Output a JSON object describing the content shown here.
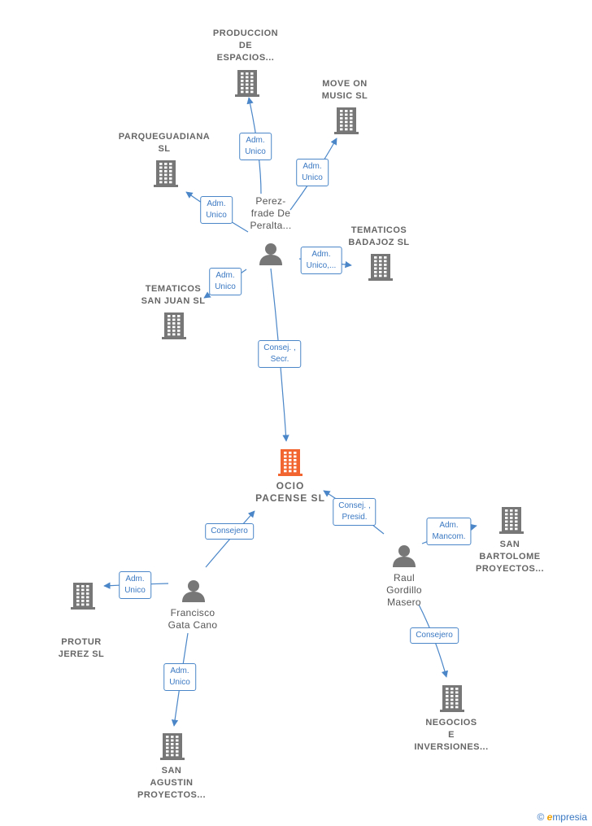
{
  "footer": {
    "copyright_symbol": "©",
    "brand_initial": "e",
    "brand_rest": "mpresia"
  },
  "colors": {
    "edge": "#4a86c8",
    "company": "#777777",
    "main_company": "#f26430",
    "person": "#777777"
  },
  "nodes": [
    {
      "id": "main",
      "type": "company",
      "main": true,
      "label": [
        "OCIO",
        "PACENSE  SL"
      ]
    },
    {
      "id": "perez",
      "type": "person",
      "label": [
        "Perez-",
        "frade De",
        "Peralta..."
      ]
    },
    {
      "id": "produccion",
      "type": "company",
      "label": [
        "PRODUCCION",
        "DE",
        "ESPACIOS..."
      ]
    },
    {
      "id": "move",
      "type": "company",
      "label": [
        "MOVE ON",
        "MUSIC  SL"
      ]
    },
    {
      "id": "parque",
      "type": "company",
      "label": [
        "PARQUEGUADIANA",
        "SL"
      ]
    },
    {
      "id": "badajoz",
      "type": "company",
      "label": [
        "TEMATICOS",
        "BADAJOZ SL"
      ]
    },
    {
      "id": "sanjuan",
      "type": "company",
      "label": [
        "TEMATICOS",
        "SAN JUAN SL"
      ]
    },
    {
      "id": "francisco",
      "type": "person",
      "label": [
        "Francisco",
        "Gata Cano"
      ]
    },
    {
      "id": "protur",
      "type": "company",
      "label": [
        "PROTUR",
        "JEREZ  SL"
      ]
    },
    {
      "id": "agustin",
      "type": "company",
      "label": [
        "SAN",
        "AGUSTIN",
        "PROYECTOS..."
      ]
    },
    {
      "id": "raul",
      "type": "person",
      "label": [
        "Raul",
        "Gordillo",
        "Masero"
      ]
    },
    {
      "id": "bartolome",
      "type": "company",
      "label": [
        "SAN",
        "BARTOLOME",
        "PROYECTOS..."
      ]
    },
    {
      "id": "negocios",
      "type": "company",
      "label": [
        "NEGOCIOS",
        "E",
        "INVERSIONES..."
      ]
    }
  ],
  "edges": [
    {
      "from": "perez",
      "to": "produccion",
      "role": [
        "Adm.",
        "Unico"
      ]
    },
    {
      "from": "perez",
      "to": "move",
      "role": [
        "Adm.",
        "Unico"
      ]
    },
    {
      "from": "perez",
      "to": "parque",
      "role": [
        "Adm.",
        "Unico"
      ]
    },
    {
      "from": "perez",
      "to": "badajoz",
      "role": [
        "Adm.",
        "Unico,..."
      ]
    },
    {
      "from": "perez",
      "to": "sanjuan",
      "role": [
        "Adm.",
        "Unico"
      ]
    },
    {
      "from": "perez",
      "to": "main",
      "role": [
        "Consej. ,",
        "Secr."
      ]
    },
    {
      "from": "francisco",
      "to": "main",
      "role": [
        "Consejero"
      ]
    },
    {
      "from": "francisco",
      "to": "protur",
      "role": [
        "Adm.",
        "Unico"
      ]
    },
    {
      "from": "francisco",
      "to": "agustin",
      "role": [
        "Adm.",
        "Unico"
      ]
    },
    {
      "from": "raul",
      "to": "main",
      "role": [
        "Consej. ,",
        "Presid."
      ]
    },
    {
      "from": "raul",
      "to": "bartolome",
      "role": [
        "Adm.",
        "Mancom."
      ]
    },
    {
      "from": "raul",
      "to": "negocios",
      "role": [
        "Consejero"
      ]
    }
  ]
}
